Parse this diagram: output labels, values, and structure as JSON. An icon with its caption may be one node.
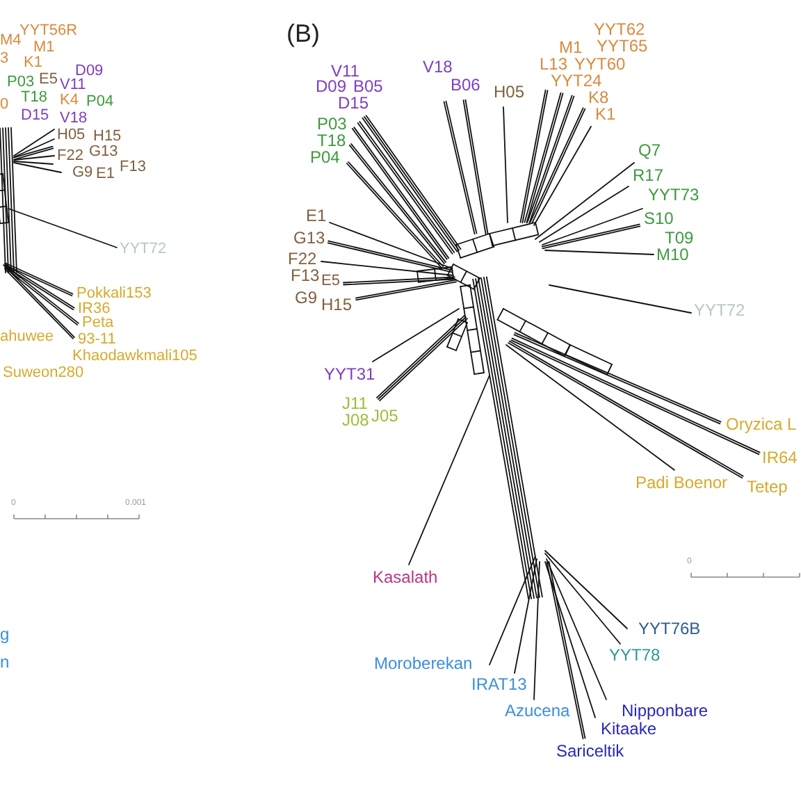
{
  "diagram": {
    "labels": [
      "M4",
      "YYT56R",
      "M1",
      "3",
      "K1",
      "D09",
      "P03",
      "E5",
      "V11",
      "0",
      "T18",
      "K4",
      "P04",
      "D15",
      "V18",
      "H05",
      "H15",
      "F22",
      "G13",
      "F13",
      "G9",
      "E1",
      "YYT72",
      "Pokkali153",
      "IR36",
      "Peta",
      "ahuwee",
      "93-11",
      "Khaodawkmali105",
      "Suweon280",
      "0",
      "0.001",
      "g",
      "n",
      "(B)",
      "V11",
      "V18",
      "M1",
      "YYT62",
      "YYT65",
      "D09",
      "B05",
      "B06",
      "L13",
      "YYT60",
      "YYT24",
      "H05",
      "K8",
      "D15",
      "K1",
      "P03",
      "T18",
      "P04",
      "Q7",
      "R17",
      "YYT73",
      "E1",
      "S10",
      "G13",
      "T09",
      "F22",
      "M10",
      "F13",
      "E5",
      "G9",
      "H15",
      "YYT72",
      "YYT31",
      "J11",
      "J08",
      "J05",
      "Oryzica L",
      "IR64",
      "Padi Boenor",
      "Tetep",
      "0",
      "Kasalath",
      "YYT76B",
      "YYT78",
      "Moroberekan",
      "IRAT13",
      "Azucena",
      "Nipponbare",
      "Kitaake",
      "Sariceltik"
    ]
  }
}
